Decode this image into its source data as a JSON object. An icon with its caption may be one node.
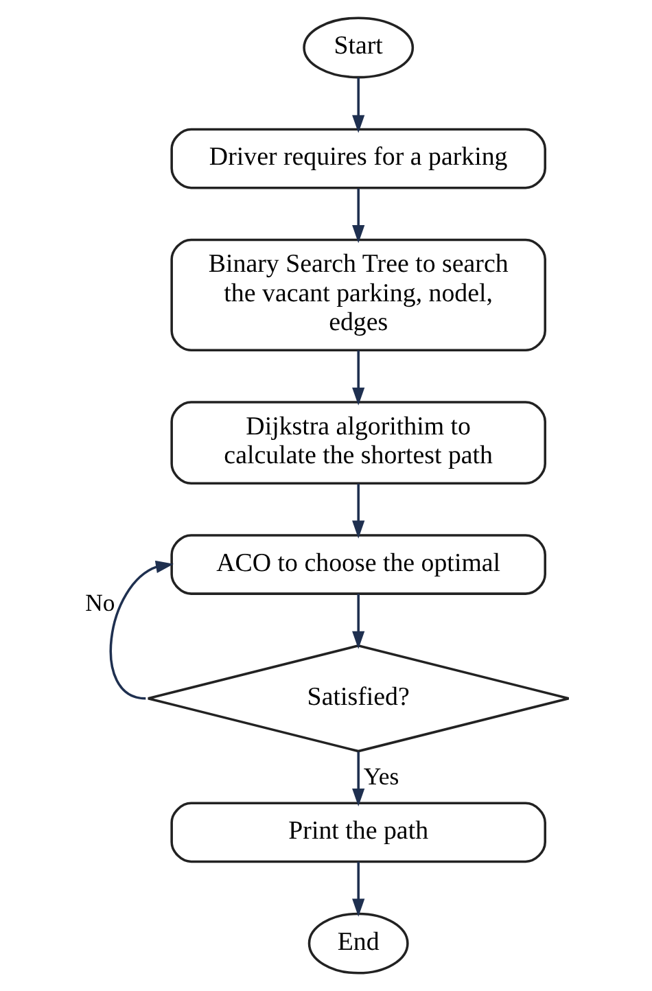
{
  "diagram": {
    "nodes": [
      {
        "text": [
          "Start"
        ]
      },
      {
        "text": [
          "Driver requires for a parking"
        ]
      },
      {
        "text": [
          "Binary Search Tree to search the vacant parking, nodel, edges"
        ]
      },
      {
        "text": [
          "Dijkstra algorithim to calculate the shortest path"
        ]
      },
      {
        "text": [
          "ACO to choose the optimal"
        ]
      },
      {
        "text": [
          "Satisfied?"
        ]
      },
      {
        "text": [
          "Print the path"
        ]
      },
      {
        "text": [
          "End"
        ]
      }
    ],
    "edges": [
      {
        "from": 0,
        "to": 1,
        "arrow": "to"
      },
      {
        "from": 1,
        "to": 2,
        "arrow": "to"
      },
      {
        "from": 2,
        "to": 3,
        "arrow": "to"
      },
      {
        "from": 3,
        "to": 4,
        "arrow": "to"
      },
      {
        "from": 4,
        "to": 5,
        "arrow": "to"
      },
      {
        "from": 5,
        "to": 4,
        "arrow": "to",
        "label": "No"
      },
      {
        "from": 5,
        "to": 6,
        "arrow": "to",
        "label": "Yes"
      },
      {
        "from": 6,
        "to": 7,
        "arrow": "to"
      }
    ]
  }
}
